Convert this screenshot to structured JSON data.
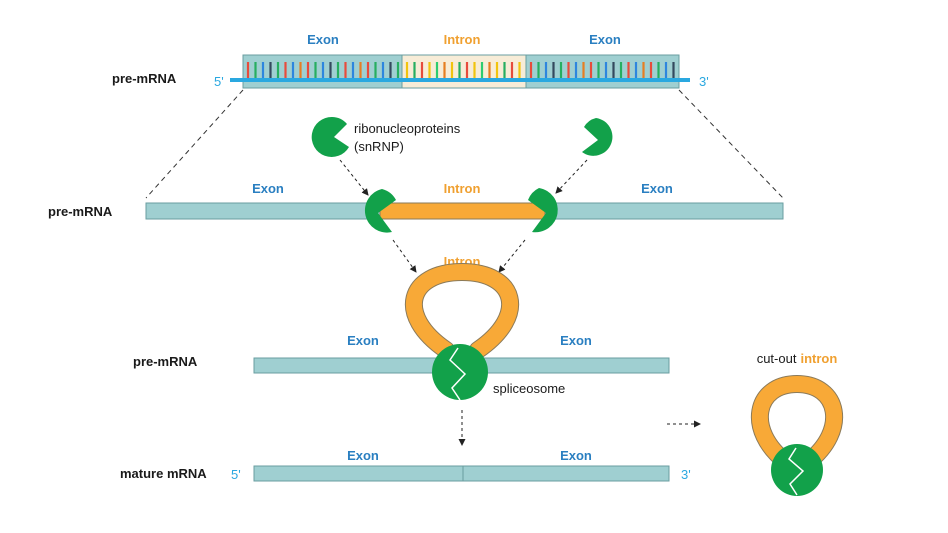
{
  "colors": {
    "exon_fill": "#9fcfd1",
    "exon_stroke": "#6a9ea0",
    "intron_fill": "#f8a937",
    "intron_stroke": "#8a7a5a",
    "snrnp_green": "#12a14a",
    "exon_label": "#2a7fc1",
    "intron_label": "#f0a030",
    "end_label": "#2aa8e0",
    "intron_region_bg": "#f7ecd7",
    "backbone": "#2aa8e0"
  },
  "stage1": {
    "row_label": "pre-mRNA",
    "exon_left": "Exon",
    "intron": "Intron",
    "exon_right": "Exon",
    "five_prime": "5'",
    "three_prime": "3'"
  },
  "stage2": {
    "row_label": "pre-mRNA",
    "exon_left": "Exon",
    "intron": "Intron",
    "exon_right": "Exon",
    "snrnp_label_line1": "ribonucleoproteins",
    "snrnp_label_line2": "(snRNP)"
  },
  "stage3": {
    "row_label": "pre-mRNA",
    "intron": "Intron",
    "exon_left": "Exon",
    "exon_right": "Exon",
    "spliceosome": "spliceosome"
  },
  "stage4": {
    "row_label": "mature mRNA",
    "exon_left": "Exon",
    "exon_right": "Exon",
    "five_prime": "5'",
    "three_prime": "3'"
  },
  "cutout": {
    "label_prefix": "cut-out",
    "label_intron": "intron"
  }
}
